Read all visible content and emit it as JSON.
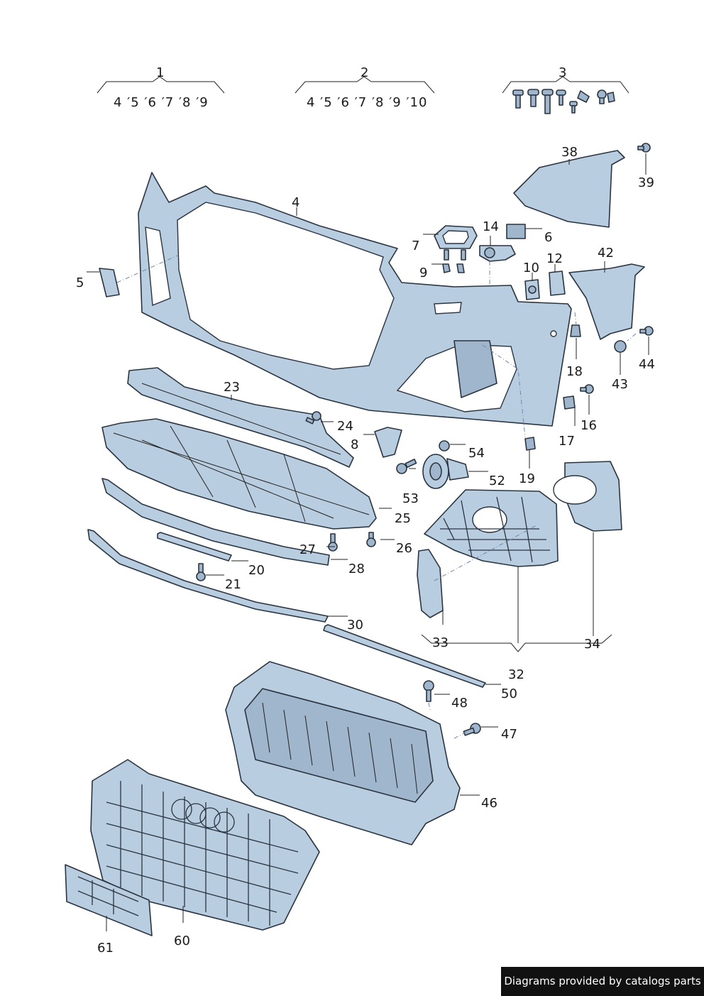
{
  "groups": [
    {
      "id": "1",
      "members": "4 ′5 ′6 ′7 ′8 ′9"
    },
    {
      "id": "2",
      "members": "4 ′5 ′6 ′7 ′8 ′9 ′10"
    },
    {
      "id": "3",
      "members": ""
    }
  ],
  "labels": [
    "4",
    "5",
    "6",
    "7",
    "8",
    "9",
    "10",
    "12",
    "14",
    "16",
    "17",
    "18",
    "19",
    "20",
    "21",
    "23",
    "24",
    "25",
    "26",
    "27",
    "28",
    "30",
    "32",
    "33",
    "34",
    "38",
    "39",
    "42",
    "43",
    "44",
    "46",
    "47",
    "48",
    "50",
    "52",
    "53",
    "54",
    "60",
    "61"
  ],
  "footer": {
    "text": "Diagrams provided by catalogs parts"
  }
}
